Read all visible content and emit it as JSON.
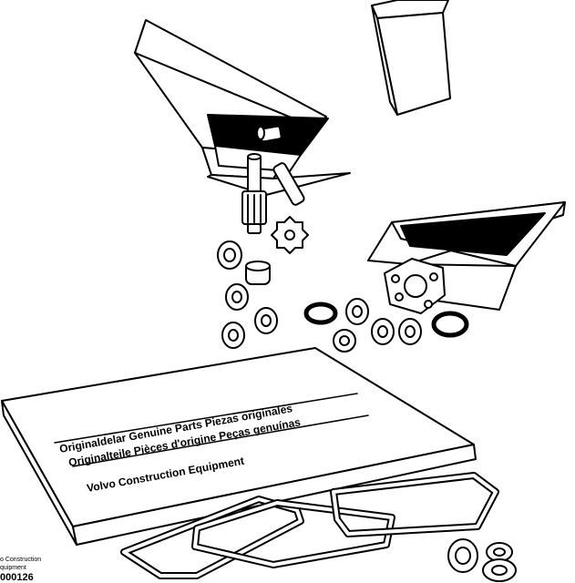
{
  "book": {
    "line1": "Originaldelar Genuine Parts Piezas originales",
    "line2": "Originalteile Pièces d'origine Peças genuínas",
    "brand": "Volvo Construction Equipment"
  },
  "caption": {
    "line1": "o Construction",
    "line2": "quipment",
    "code": "000126"
  }
}
